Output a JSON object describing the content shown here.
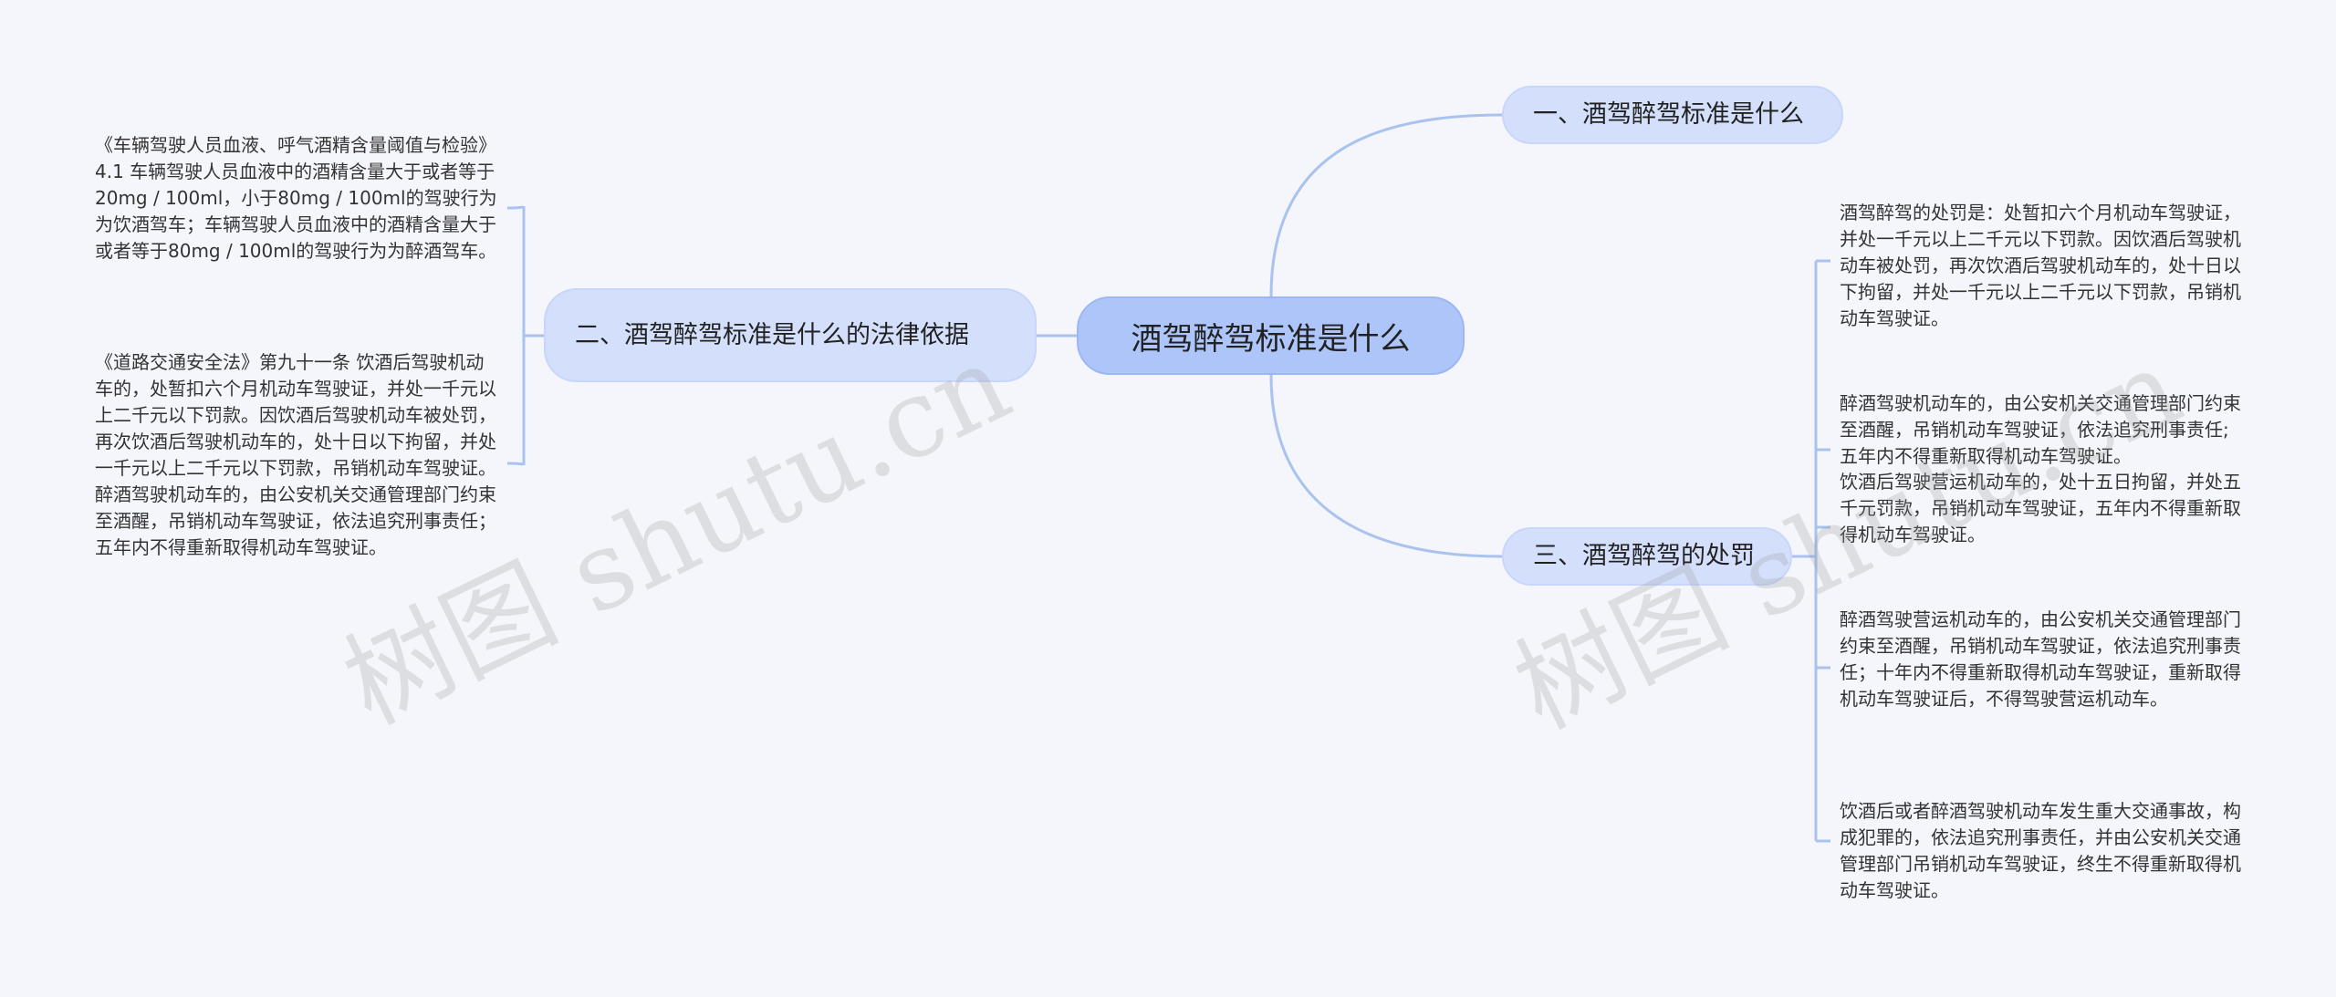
{
  "root": {
    "label": "酒驾醉驾标准是什么"
  },
  "branches": [
    {
      "label": "一、酒驾醉驾标准是什么"
    },
    {
      "label": "二、酒驾醉驾标准是什么的法律依据"
    },
    {
      "label": "三、酒驾醉驾的处罚"
    }
  ],
  "legal_basis_leaves": [
    "《车辆驾驶人员血液、呼气酒精含量阈值与检验》4.1 车辆驾驶人员血液中的酒精含量大于或者等于20mg / 100ml，小于80mg / 100ml的驾驶行为为饮酒驾车；车辆驾驶人员血液中的酒精含量大于或者等于80mg / 100ml的驾驶行为为醉酒驾车。",
    "《道路交通安全法》第九十一条 饮酒后驾驶机动车的，处暂扣六个月机动车驾驶证，并处一千元以上二千元以下罚款。因饮酒后驾驶机动车被处罚，再次饮酒后驾驶机动车的，处十日以下拘留，并处一千元以上二千元以下罚款，吊销机动车驾驶证。醉酒驾驶机动车的，由公安机关交通管理部门约束至酒醒，吊销机动车驾驶证，依法追究刑事责任；五年内不得重新取得机动车驾驶证。"
  ],
  "penalty_leaves": [
    "酒驾醉驾的处罚是：处暂扣六个月机动车驾驶证，并处一千元以上二千元以下罚款。因饮酒后驾驶机动车被处罚，再次饮酒后驾驶机动车的，处十日以下拘留，并处一千元以上二千元以下罚款，吊销机动车驾驶证。",
    "醉酒驾驶机动车的，由公安机关交通管理部门约束至酒醒，吊销机动车驾驶证，依法追究刑事责任;五年内不得重新取得机动车驾驶证。",
    "饮酒后驾驶营运机动车的，处十五日拘留，并处五千元罚款，吊销机动车驾驶证，五年内不得重新取得机动车驾驶证。",
    "醉酒驾驶营运机动车的，由公安机关交通管理部门约束至酒醒，吊销机动车驾驶证，依法追究刑事责任；十年内不得重新取得机动车驾驶证，重新取得机动车驾驶证后，不得驾驶营运机动车。",
    "饮酒后或者醉酒驾驶机动车发生重大交通事故，构成犯罪的，依法追究刑事责任，并由公安机关交通管理部门吊销机动车驾驶证，终生不得重新取得机动车驾驶证。"
  ],
  "watermark": "树图 shutu.cn",
  "colors": {
    "root_fill": "#adc5f9",
    "branch_fill": "#d3dffb",
    "connector": "#a9c2ee",
    "background": "#f4f6fb"
  }
}
